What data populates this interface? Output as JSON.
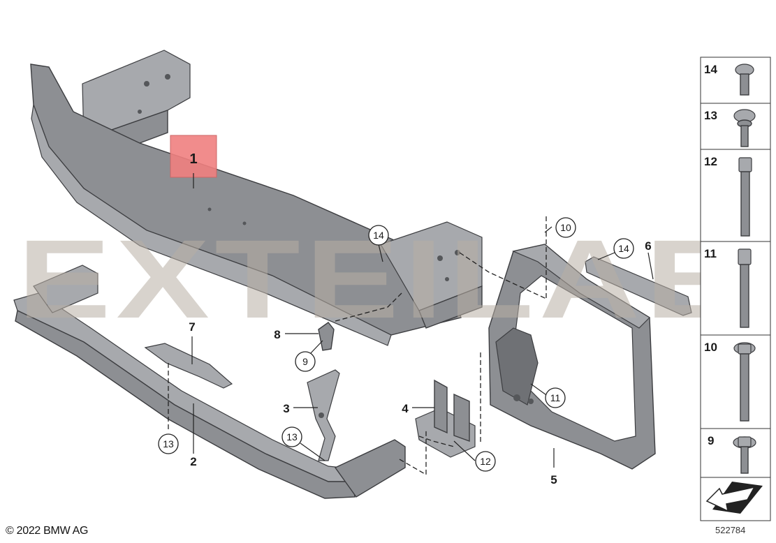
{
  "watermark": "EXTEILAE",
  "highlight_color": "#f08080",
  "callouts": {
    "p1": "1",
    "p2": "2",
    "p3": "3",
    "p4": "4",
    "p5": "5",
    "p6": "6",
    "p7": "7",
    "p8": "8",
    "c9": "9",
    "c10": "10",
    "c11": "11",
    "c12": "12",
    "c13a": "13",
    "c13b": "13",
    "c14a": "14",
    "c14b": "14"
  },
  "fastener_panel": {
    "items": [
      {
        "number": "14",
        "type": "flange-screw"
      },
      {
        "number": "13",
        "type": "washer-screw"
      },
      {
        "number": "12",
        "type": "hex-bolt-long"
      },
      {
        "number": "11",
        "type": "hex-bolt"
      },
      {
        "number": "10",
        "type": "flange-bolt"
      },
      {
        "number": "9",
        "type": "flange-bolt-short"
      }
    ],
    "direction_icon": "arrow-front-icon"
  },
  "copyright": "© 2022 BMW AG",
  "diagram_number": "522784"
}
